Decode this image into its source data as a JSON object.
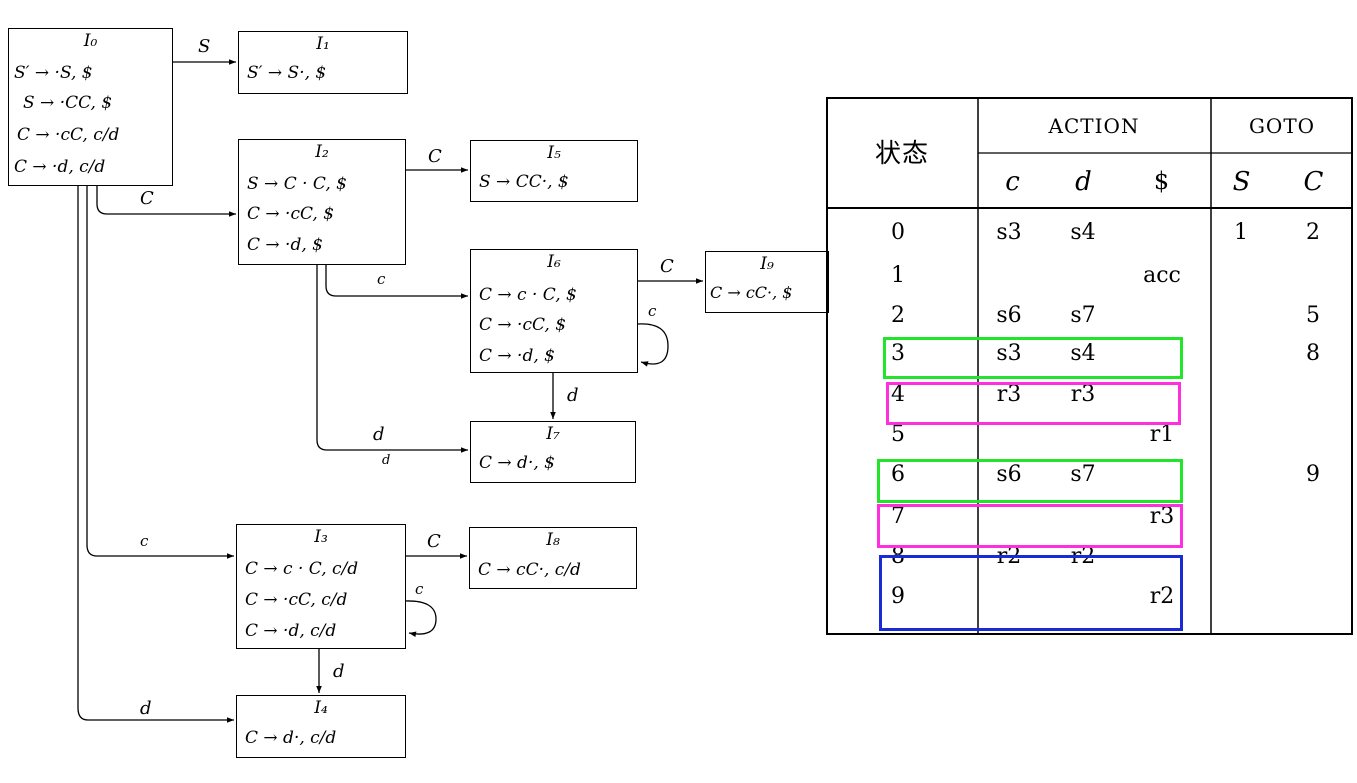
{
  "states": [
    {
      "id": "I0",
      "title": "I₀",
      "lines": [
        "S′ → ·S, $",
        "S → ·CC, $",
        "C → ·cC, c/d",
        "C → ·d, c/d"
      ]
    },
    {
      "id": "I1",
      "title": "I₁",
      "lines": [
        "S′ → S·, $"
      ]
    },
    {
      "id": "I2",
      "title": "I₂",
      "lines": [
        "S → C · C, $",
        "C → ·cC, $",
        "C → ·d, $"
      ]
    },
    {
      "id": "I5",
      "title": "I₅",
      "lines": [
        "S → CC·, $"
      ]
    },
    {
      "id": "I6",
      "title": "I₆",
      "lines": [
        "C → c · C, $",
        "C → ·cC, $",
        "C → ·d, $"
      ]
    },
    {
      "id": "I9",
      "title": "I₉",
      "lines": [
        "C → cC·, $"
      ]
    },
    {
      "id": "I7",
      "title": "I₇",
      "lines": [
        "C → d·, $"
      ]
    },
    {
      "id": "I3",
      "title": "I₃",
      "lines": [
        "C → c · C, c/d",
        "C → ·cC, c/d",
        "C → ·d, c/d"
      ]
    },
    {
      "id": "I8",
      "title": "I₈",
      "lines": [
        "C → cC·, c/d"
      ]
    },
    {
      "id": "I4",
      "title": "I₄",
      "lines": [
        "C → d·, c/d"
      ]
    }
  ],
  "edge_labels": {
    "I0_I1": "S",
    "I0_I2": "C",
    "I2_I5": "C",
    "I2_I6": "c",
    "I6_I9": "C",
    "I6_self": "c",
    "I6_I7": "d",
    "I2_I7": "d",
    "I2_I7_stray": "d",
    "I0_I3": "c",
    "I3_I8": "C",
    "I3_self": "c",
    "I3_I4": "d",
    "I0_I4": "d"
  },
  "table": {
    "state_header": "状态",
    "action_header": "ACTION",
    "goto_header": "GOTO",
    "action_columns": [
      "c",
      "d",
      "$"
    ],
    "goto_columns": [
      "S",
      "C"
    ],
    "rows": [
      {
        "state": "0",
        "c": "s3",
        "d": "s4",
        "dollar": "",
        "S": "1",
        "C": "2"
      },
      {
        "state": "1",
        "c": "",
        "d": "",
        "dollar": "acc",
        "S": "",
        "C": ""
      },
      {
        "state": "2",
        "c": "s6",
        "d": "s7",
        "dollar": "",
        "S": "",
        "C": "5"
      },
      {
        "state": "3",
        "c": "s3",
        "d": "s4",
        "dollar": "",
        "S": "",
        "C": "8"
      },
      {
        "state": "4",
        "c": "r3",
        "d": "r3",
        "dollar": "",
        "S": "",
        "C": ""
      },
      {
        "state": "5",
        "c": "",
        "d": "",
        "dollar": "r1",
        "S": "",
        "C": ""
      },
      {
        "state": "6",
        "c": "s6",
        "d": "s7",
        "dollar": "",
        "S": "",
        "C": "9"
      },
      {
        "state": "7",
        "c": "",
        "d": "",
        "dollar": "r3",
        "S": "",
        "C": ""
      },
      {
        "state": "8",
        "c": "r2",
        "d": "r2",
        "dollar": "",
        "S": "",
        "C": ""
      },
      {
        "state": "9",
        "c": "",
        "d": "",
        "dollar": "r2",
        "S": "",
        "C": ""
      }
    ]
  },
  "highlight_colors": {
    "green": "#22e52b",
    "magenta": "#ff2fe0",
    "blue": "#1a2bd6"
  }
}
